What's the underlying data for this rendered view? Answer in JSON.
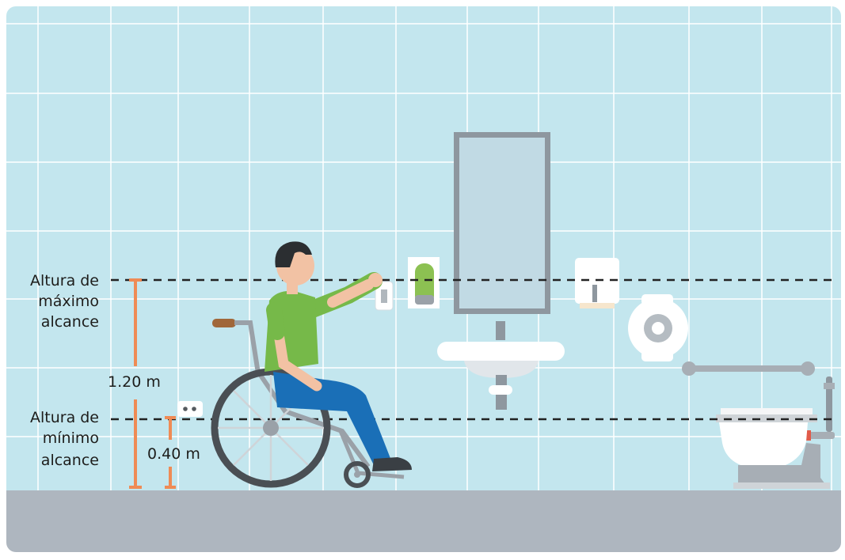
{
  "labels": {
    "max_reach_line1": "Altura de",
    "max_reach_line2": "máximo",
    "max_reach_line3": "alcance",
    "min_reach_line1": "Altura de",
    "min_reach_line2": "mínimo",
    "min_reach_line3": "alcance",
    "height_120": "1.20 m",
    "height_040": "0.40 m"
  },
  "colors": {
    "wall": "#c3e6ee",
    "grout": "#ffffff",
    "floor": "#aeb6bf",
    "accent_orange": "#ef8b55",
    "dash": "#222222",
    "shirt": "#76b949",
    "pants": "#1a6fb7",
    "skin": "#f2c2a4",
    "wheel": "#4a4f54"
  }
}
